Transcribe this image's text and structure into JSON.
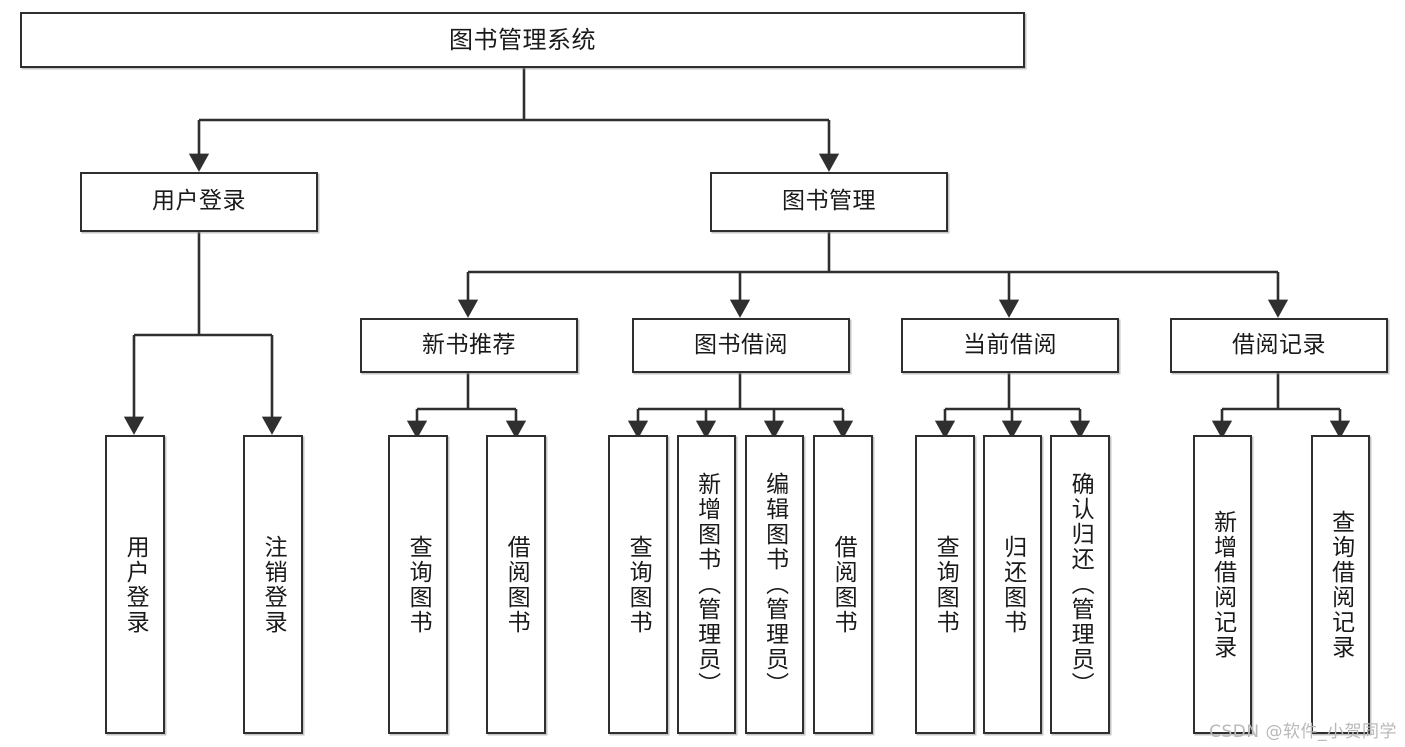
{
  "diagram": {
    "title": "图书管理系统",
    "type": "tree-hierarchy-diagram",
    "colors": {
      "node_border": "#2f2f2f",
      "node_fill": "#ffffff",
      "edge": "#2f2f2f",
      "watermark": "#b9b9b9",
      "background": "#ffffff"
    }
  },
  "root": {
    "label": "图书管理系统"
  },
  "level2": [
    {
      "label": "用户登录"
    },
    {
      "label": "图书管理"
    }
  ],
  "level3": [
    {
      "label": "新书推荐"
    },
    {
      "label": "图书借阅"
    },
    {
      "label": "当前借阅"
    },
    {
      "label": "借阅记录"
    }
  ],
  "leaves": {
    "user_login": [
      {
        "label": "用户登录"
      },
      {
        "label": "注销登录"
      }
    ],
    "new_book_recommend": [
      {
        "label": "查询图书"
      },
      {
        "label": "借阅图书"
      }
    ],
    "book_borrow": [
      {
        "label": "查询图书"
      },
      {
        "label": "新增图书（管理员）"
      },
      {
        "label": "编辑图书（管理员）"
      },
      {
        "label": "借阅图书"
      }
    ],
    "current_borrow": [
      {
        "label": "查询图书"
      },
      {
        "label": "归还图书"
      },
      {
        "label": "确认归还（管理员）"
      }
    ],
    "borrow_record": [
      {
        "label": "新增借阅记录"
      },
      {
        "label": "查询借阅记录"
      }
    ]
  },
  "watermark": {
    "text": "CSDN @软件_小贺同学"
  }
}
